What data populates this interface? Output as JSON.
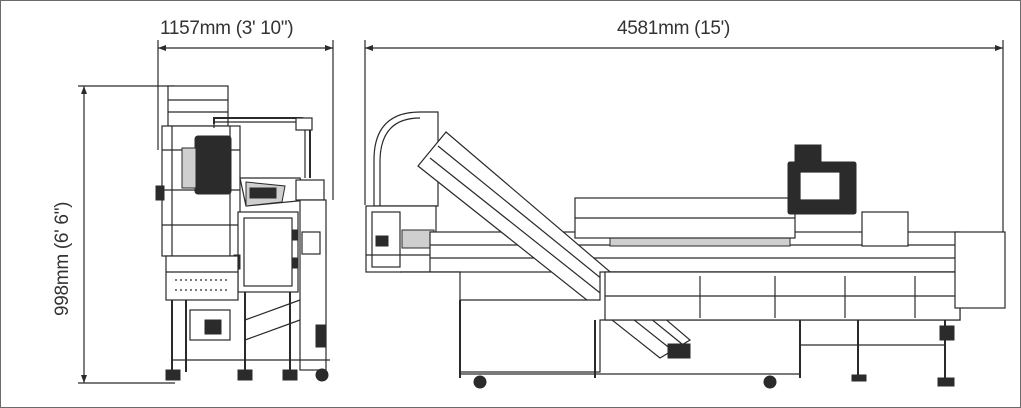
{
  "dimensions": {
    "width_side": "1157mm (3' 10\")",
    "length_front": "4581mm (15')",
    "height": "998mm (6' 6\")"
  }
}
